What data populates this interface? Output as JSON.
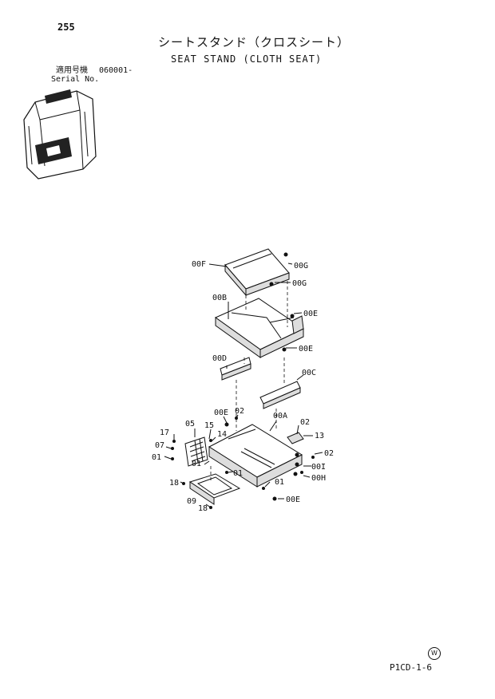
{
  "page_number": "255",
  "title_jp": "シートスタンド（クロスシート）",
  "title_en": "SEAT STAND (CLOTH SEAT)",
  "serial_label_jp": "適用号機",
  "serial_label_en": "Serial No.",
  "serial_value": "060001-",
  "footer_code": "P1CD-1-6",
  "copyright_mark": "W",
  "part_labels": {
    "00F": "00F",
    "00G_top": "00G",
    "00G_mid": "00G",
    "00B": "00B",
    "00E_1": "00E",
    "00E_2": "00E",
    "00D": "00D",
    "00C": "00C",
    "00E_3": "00E",
    "02_1": "02",
    "00A": "00A",
    "02_2": "02",
    "13": "13",
    "05": "05",
    "15": "15",
    "17": "17",
    "14": "14",
    "07": "07",
    "01_1": "01",
    "02_3": "02",
    "00I": "00I",
    "01_2": "01",
    "01_3": "01",
    "00H": "00H",
    "18_1": "18",
    "01_4": "01",
    "09": "09",
    "18_2": "18",
    "00E_4": "00E"
  }
}
